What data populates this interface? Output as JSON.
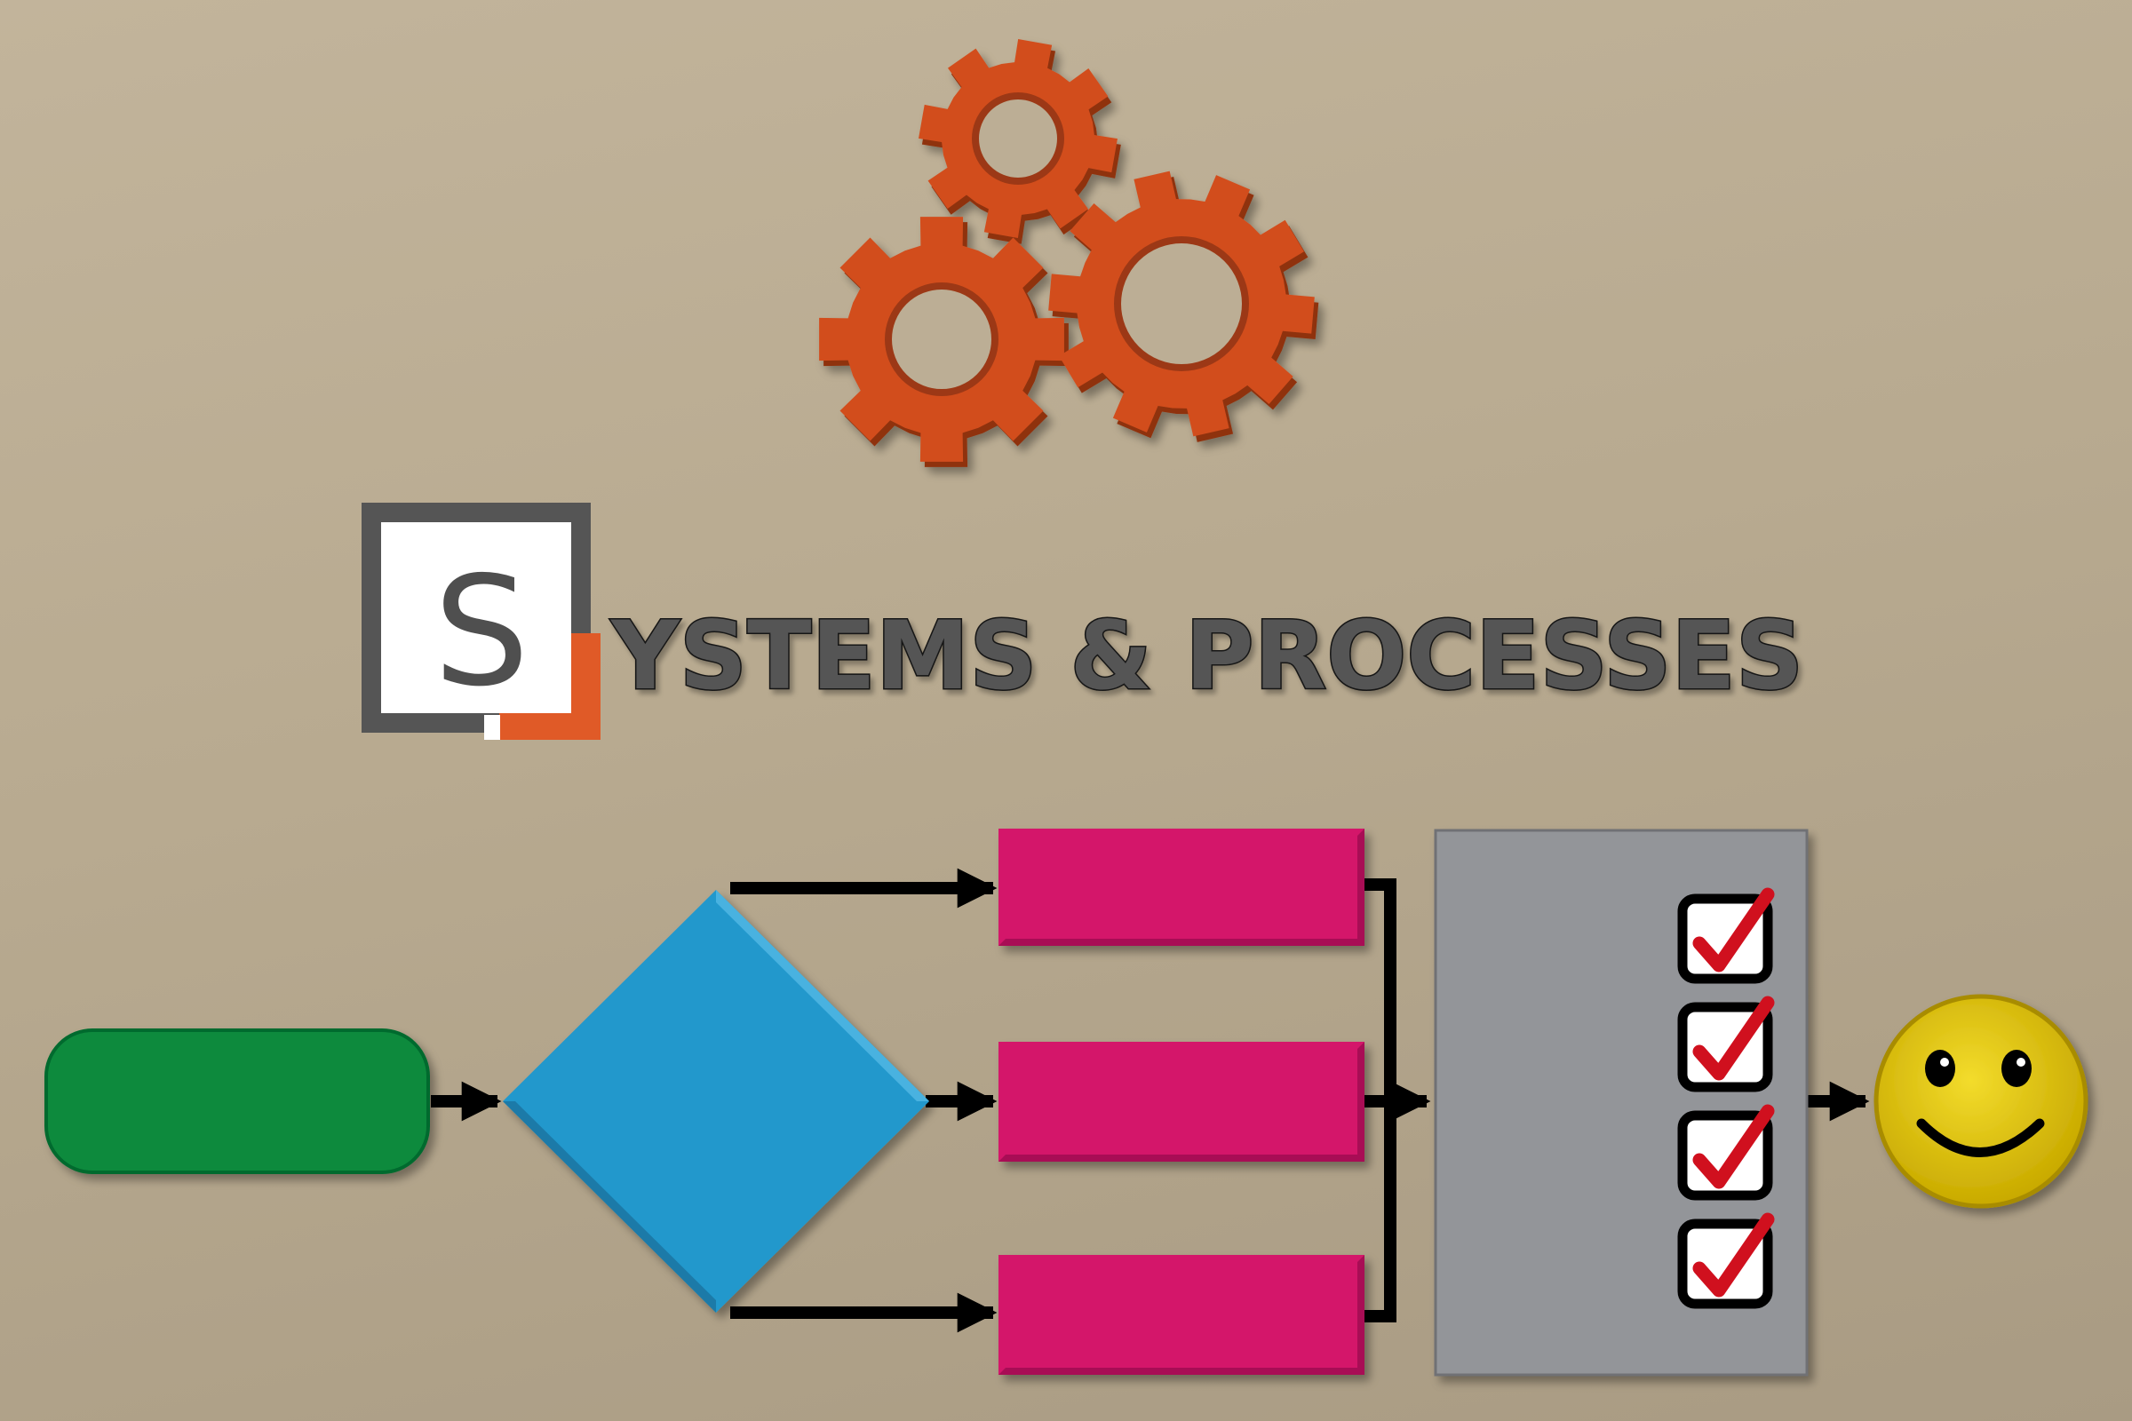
{
  "title": {
    "logo_letter": "S",
    "rest": "YSTEMS & PROCESSES"
  },
  "icons": [
    "gears-icon",
    "checkbox-icon",
    "smiley-face-icon"
  ],
  "colors": {
    "gear": "#d24e1f",
    "logo_frame": "#555555",
    "logo_accent": "#e05a27",
    "start": "#0b8a3e",
    "decision": "#2398cc",
    "process": "#d4186b",
    "checklist_panel": "#939599",
    "check": "#d0101e",
    "smiley": "#e3c60a",
    "connector": "#000000"
  },
  "flowchart": {
    "process_count": 3,
    "checklist_items": 4
  }
}
